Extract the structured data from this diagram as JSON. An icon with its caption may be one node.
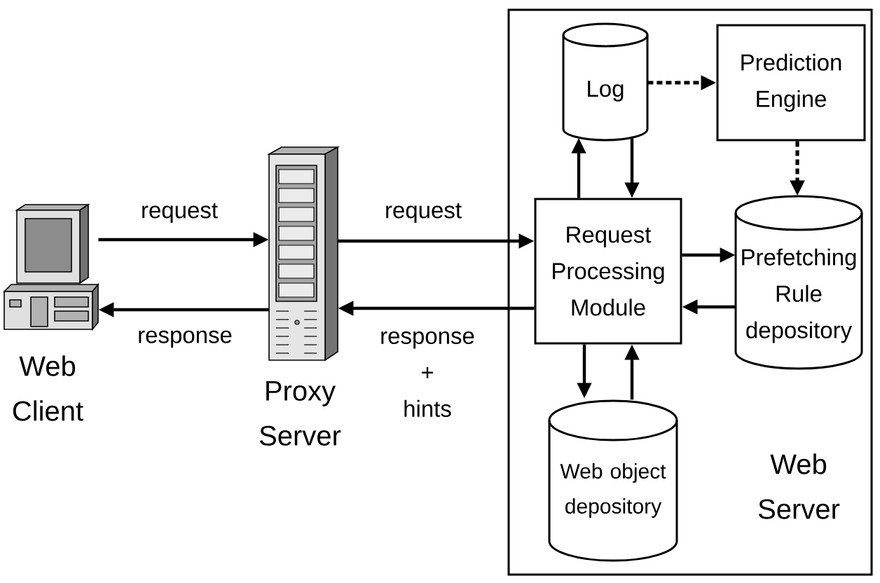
{
  "diagram": {
    "nodes": [
      {
        "text": [
          "Web Client"
        ]
      },
      {
        "text": [
          "Proxy Server"
        ]
      },
      {
        "text": [
          "Web Server"
        ]
      },
      {
        "text": [
          "Log"
        ],
        "in": 2
      },
      {
        "text": [
          "Prediction Engine"
        ],
        "in": 2
      },
      {
        "text": [
          "Request Processing Module"
        ],
        "in": 2
      },
      {
        "text": [
          "Prefetching Rule depository"
        ],
        "in": 2
      },
      {
        "text": [
          "Web object depository"
        ],
        "in": 2
      }
    ],
    "edges": [
      {
        "from": 0,
        "to": 1,
        "arrow": "to",
        "label": "request"
      },
      {
        "from": 1,
        "to": 0,
        "arrow": "to",
        "label": "response"
      },
      {
        "from": 1,
        "to": 5,
        "arrow": "to",
        "label": "request"
      },
      {
        "from": 5,
        "to": 1,
        "arrow": "to",
        "label": "response + hints"
      },
      {
        "from": 5,
        "to": 3,
        "arrow": "to"
      },
      {
        "from": 3,
        "to": 5,
        "arrow": "to"
      },
      {
        "from": 3,
        "to": 4,
        "arrow": "to",
        "style": "dashed"
      },
      {
        "from": 4,
        "to": 6,
        "arrow": "to",
        "style": "dashed"
      },
      {
        "from": 5,
        "to": 6,
        "arrow": "to"
      },
      {
        "from": 6,
        "to": 5,
        "arrow": "to"
      },
      {
        "from": 5,
        "to": 7,
        "arrow": "to"
      },
      {
        "from": 7,
        "to": 5,
        "arrow": "to"
      }
    ]
  }
}
